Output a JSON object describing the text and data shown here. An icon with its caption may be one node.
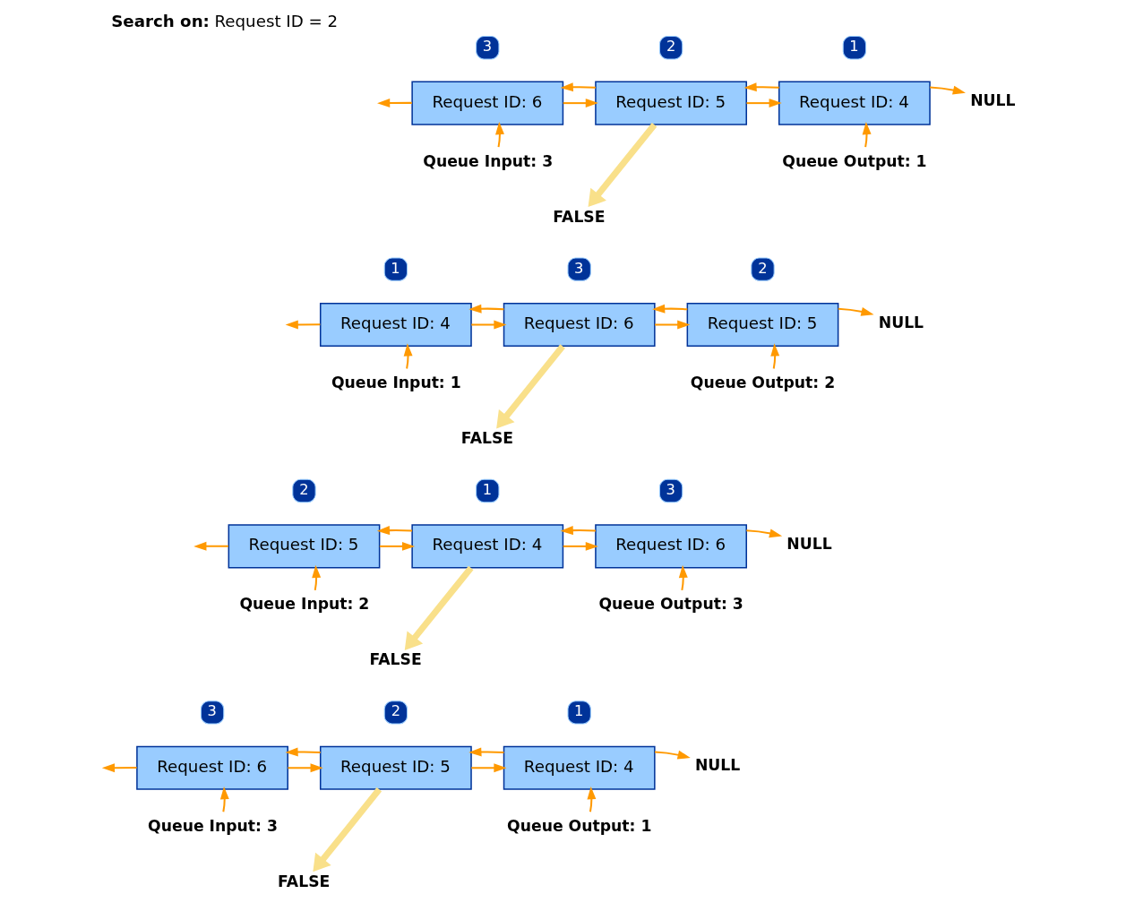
{
  "diagram": {
    "title": "**Search on:** Request ID = 2",
    "nodes": [
      {
        "text": [
          "3"
        ]
      },
      {
        "text": [
          "Request ID: 6"
        ]
      },
      {
        "text": [
          "2"
        ]
      },
      {
        "text": [
          "Request ID: 5"
        ]
      },
      {
        "text": [
          "1"
        ]
      },
      {
        "text": [
          "Request ID: 4"
        ]
      },
      {
        "text": [
          "NULL"
        ]
      },
      {
        "text": [
          "Queue Input: 3"
        ]
      },
      {
        "text": [
          "Queue Output: 1"
        ]
      },
      {
        "text": [
          "FALSE"
        ]
      },
      {
        "text": [
          "1"
        ]
      },
      {
        "text": [
          "Request ID: 4"
        ]
      },
      {
        "text": [
          "3"
        ]
      },
      {
        "text": [
          "Request ID: 6"
        ]
      },
      {
        "text": [
          "2"
        ]
      },
      {
        "text": [
          "Request ID: 5"
        ]
      },
      {
        "text": [
          "NULL"
        ]
      },
      {
        "text": [
          "Queue Input: 1"
        ]
      },
      {
        "text": [
          "Queue Output: 2"
        ]
      },
      {
        "text": [
          "FALSE"
        ]
      },
      {
        "text": [
          "2"
        ]
      },
      {
        "text": [
          "Request ID: 5"
        ]
      },
      {
        "text": [
          "1"
        ]
      },
      {
        "text": [
          "Request ID: 4"
        ]
      },
      {
        "text": [
          "3"
        ]
      },
      {
        "text": [
          "Request ID: 6"
        ]
      },
      {
        "text": [
          "NULL"
        ]
      },
      {
        "text": [
          "Queue Input: 2"
        ]
      },
      {
        "text": [
          "Queue Output: 3"
        ]
      },
      {
        "text": [
          "FALSE"
        ]
      },
      {
        "text": [
          "3"
        ]
      },
      {
        "text": [
          "Request ID: 6"
        ]
      },
      {
        "text": [
          "2"
        ]
      },
      {
        "text": [
          "Request ID: 5"
        ]
      },
      {
        "text": [
          "1"
        ]
      },
      {
        "text": [
          "Request ID: 4"
        ]
      },
      {
        "text": [
          "NULL"
        ]
      },
      {
        "text": [
          "Queue Input: 3"
        ]
      },
      {
        "text": [
          "Queue Output: 1"
        ]
      },
      {
        "text": [
          "FALSE"
        ]
      }
    ],
    "edges": [
      {
        "from": 1,
        "to": null,
        "arrow": "to"
      },
      {
        "from": 7,
        "to": 1,
        "arrow": "to"
      },
      {
        "from": 1,
        "to": 3,
        "arrow": "to"
      },
      {
        "from": 3,
        "to": 1,
        "arrow": "to"
      },
      {
        "from": 3,
        "to": 5,
        "arrow": "to"
      },
      {
        "from": 5,
        "to": 3,
        "arrow": "to"
      },
      {
        "from": 5,
        "to": 6,
        "arrow": "to"
      },
      {
        "from": 8,
        "to": 5,
        "arrow": "to"
      },
      {
        "from": 3,
        "to": 9,
        "arrow": "to",
        "style": "thick",
        "color": "#f9e08a"
      },
      {
        "from": 11,
        "to": null,
        "arrow": "to"
      },
      {
        "from": 17,
        "to": 11,
        "arrow": "to"
      },
      {
        "from": 11,
        "to": 13,
        "arrow": "to"
      },
      {
        "from": 13,
        "to": 11,
        "arrow": "to"
      },
      {
        "from": 13,
        "to": 15,
        "arrow": "to"
      },
      {
        "from": 15,
        "to": 13,
        "arrow": "to"
      },
      {
        "from": 15,
        "to": 16,
        "arrow": "to"
      },
      {
        "from": 18,
        "to": 15,
        "arrow": "to"
      },
      {
        "from": 13,
        "to": 19,
        "arrow": "to",
        "style": "thick",
        "color": "#f9e08a"
      },
      {
        "from": 21,
        "to": null,
        "arrow": "to"
      },
      {
        "from": 27,
        "to": 21,
        "arrow": "to"
      },
      {
        "from": 21,
        "to": 23,
        "arrow": "to"
      },
      {
        "from": 23,
        "to": 21,
        "arrow": "to"
      },
      {
        "from": 23,
        "to": 25,
        "arrow": "to"
      },
      {
        "from": 25,
        "to": 23,
        "arrow": "to"
      },
      {
        "from": 25,
        "to": 26,
        "arrow": "to"
      },
      {
        "from": 28,
        "to": 25,
        "arrow": "to"
      },
      {
        "from": 23,
        "to": 29,
        "arrow": "to",
        "style": "thick",
        "color": "#f9e08a"
      },
      {
        "from": 31,
        "to": null,
        "arrow": "to"
      },
      {
        "from": 37,
        "to": 31,
        "arrow": "to"
      },
      {
        "from": 31,
        "to": 33,
        "arrow": "to"
      },
      {
        "from": 33,
        "to": 31,
        "arrow": "to"
      },
      {
        "from": 33,
        "to": 35,
        "arrow": "to"
      },
      {
        "from": 35,
        "to": 33,
        "arrow": "to"
      },
      {
        "from": 35,
        "to": 36,
        "arrow": "to"
      },
      {
        "from": 38,
        "to": 35,
        "arrow": "to"
      },
      {
        "from": 33,
        "to": 39,
        "arrow": "to",
        "style": "thick",
        "color": "#f9e08a"
      }
    ]
  }
}
